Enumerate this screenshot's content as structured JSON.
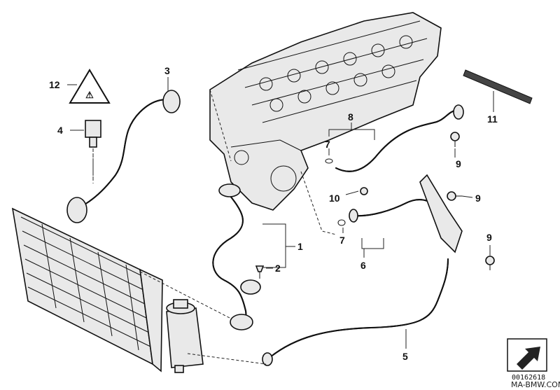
{
  "callouts": {
    "c1": "1",
    "c2": "2",
    "c3": "3",
    "c4": "4",
    "c5": "5",
    "c6": "6",
    "c7a": "7",
    "c7b": "7",
    "c8": "8",
    "c9a": "9",
    "c9b": "9",
    "c9c": "9",
    "c10": "10",
    "c11": "11",
    "c12": "12"
  },
  "reference_number": "00162618",
  "watermark": "MA-BMW.COM"
}
